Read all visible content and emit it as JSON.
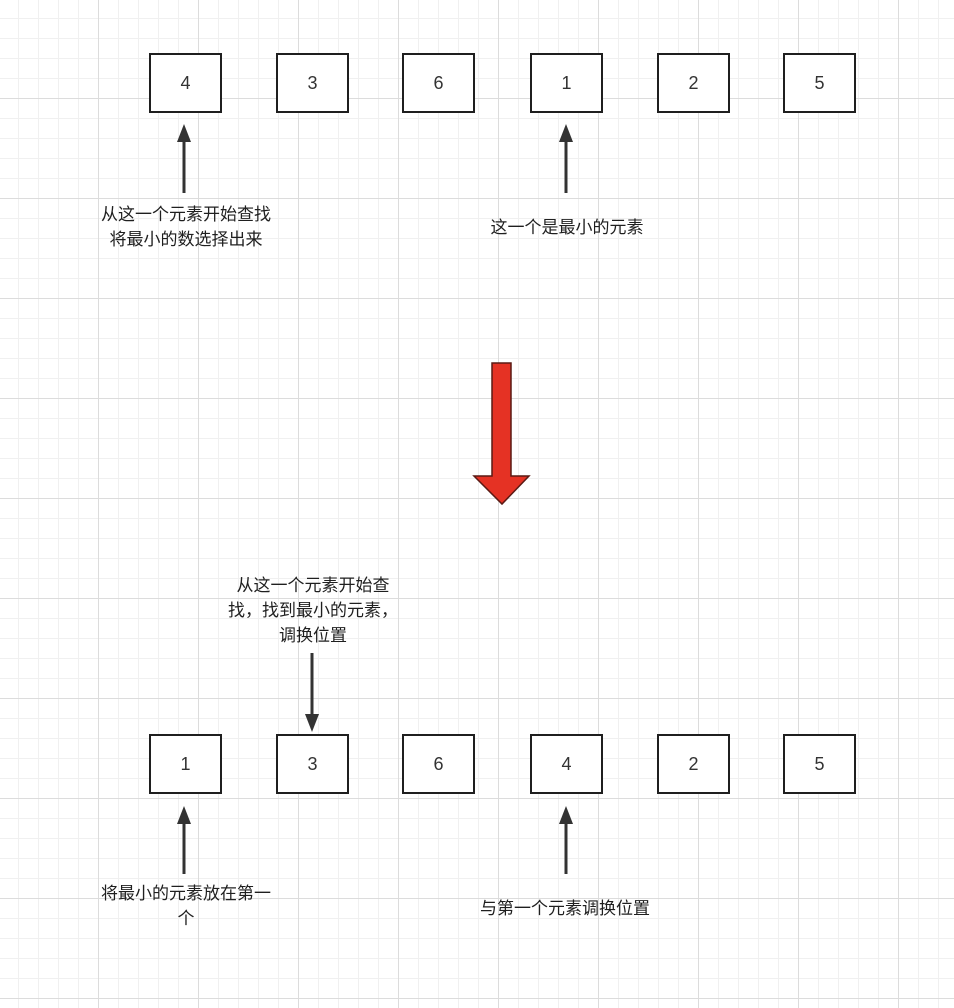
{
  "top_array": [
    "4",
    "3",
    "6",
    "1",
    "2",
    "5"
  ],
  "bottom_array": [
    "1",
    "3",
    "6",
    "4",
    "2",
    "5"
  ],
  "captions": {
    "top_start": "从这一个元素开始查找\n将最小的数选择出来",
    "top_min": "这一个是最小的元素",
    "bottom_search": "从这一个元素开始查\n找，找到最小的元素，\n调换位置",
    "bottom_first": "将最小的元素放在第一\n个",
    "bottom_swap": "与第一个元素调换位置"
  },
  "colors": {
    "box_border": "#1f1f1f",
    "arrow": "#333333",
    "big_arrow_fill": "#e53224",
    "big_arrow_stroke": "#5a1a14",
    "grid_major": "#dcdcdc",
    "grid_minor": "#f0f0f0"
  }
}
